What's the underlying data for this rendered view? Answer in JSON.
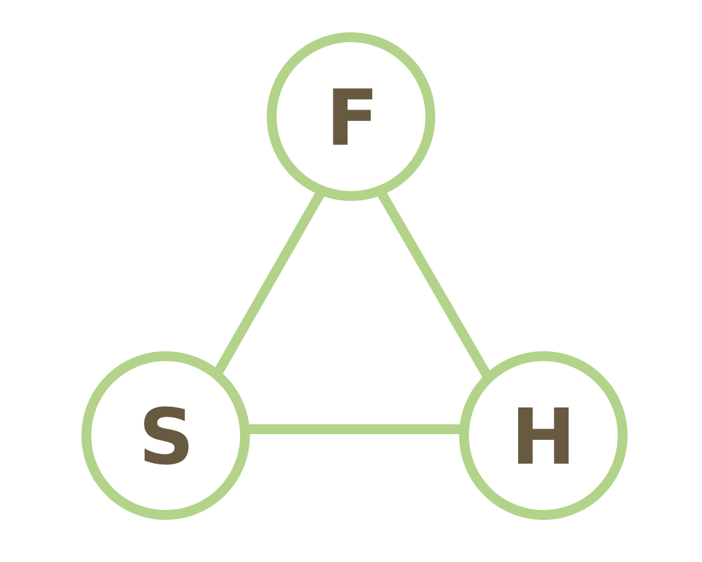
{
  "colors": {
    "stroke": "#b2d389",
    "text": "#685941",
    "background": "#ffffff"
  },
  "nodes": {
    "top": {
      "label": "F"
    },
    "left": {
      "label": "S"
    },
    "right": {
      "label": "H"
    }
  },
  "edges": [
    {
      "from": "F",
      "to": "S"
    },
    {
      "from": "F",
      "to": "H"
    },
    {
      "from": "S",
      "to": "H"
    }
  ]
}
